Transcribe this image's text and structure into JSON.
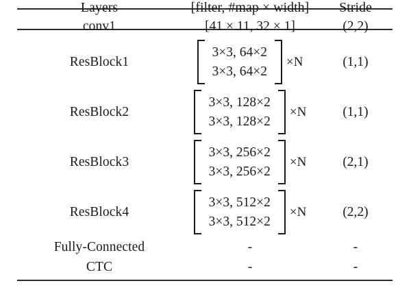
{
  "table": {
    "caption_present": false,
    "columns": [
      {
        "key": "layers",
        "header": "Layers"
      },
      {
        "key": "filter",
        "header": "[filter, #map × width]"
      },
      {
        "key": "stride",
        "header": "Stride"
      }
    ],
    "rows": [
      {
        "type": "simple",
        "layer": "conv1",
        "filter": "[41 × 11, 32 × 1]",
        "stride": "(2,2)"
      },
      {
        "type": "matrix",
        "layer": "ResBlock1",
        "matrix_line1": "3×3, 64×2",
        "matrix_line2": "3×3, 64×2",
        "repeat": "×N",
        "stride": "(1,1)"
      },
      {
        "type": "matrix",
        "layer": "ResBlock2",
        "matrix_line1": "3×3, 128×2",
        "matrix_line2": "3×3, 128×2",
        "repeat": "×N",
        "stride": "(1,1)"
      },
      {
        "type": "matrix",
        "layer": "ResBlock3",
        "matrix_line1": "3×3, 256×2",
        "matrix_line2": "3×3, 256×2",
        "repeat": "×N",
        "stride": "(2,1)"
      },
      {
        "type": "matrix",
        "layer": "ResBlock4",
        "matrix_line1": "3×3, 512×2",
        "matrix_line2": "3×3, 512×2",
        "repeat": "×N",
        "stride": "(2,2)"
      },
      {
        "type": "simple",
        "layer": "Fully-Connected",
        "filter": "-",
        "stride": "-"
      },
      {
        "type": "simple",
        "layer": "CTC",
        "filter": "-",
        "stride": "-"
      }
    ]
  },
  "style": {
    "text_color": "#1a1a1a",
    "rule_color": "#2b2b2b",
    "background": "#ffffff"
  }
}
